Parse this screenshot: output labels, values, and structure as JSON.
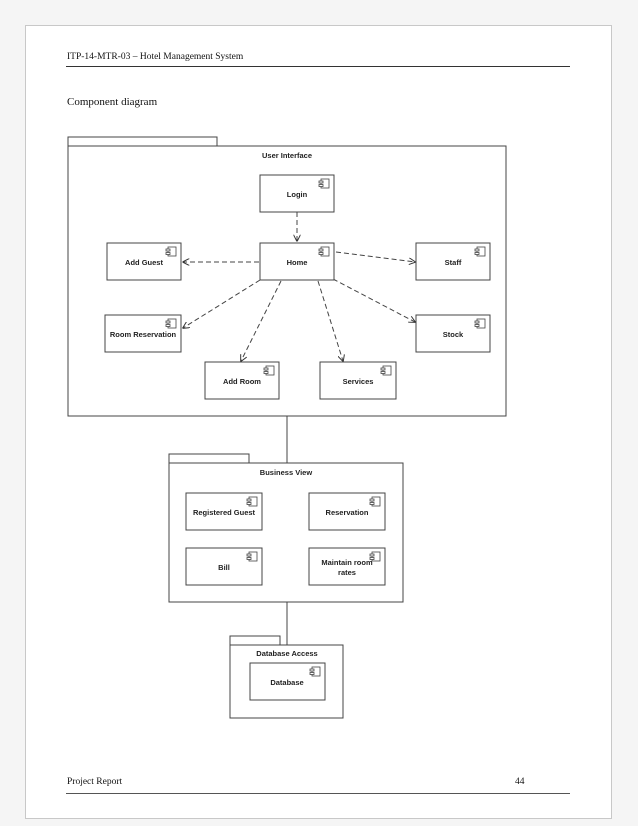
{
  "header": {
    "text": "ITP-14-MTR-03 – Hotel Management System"
  },
  "section_title": "Component diagram",
  "footer": {
    "left": "Project Report",
    "page_number": "44"
  },
  "diagram": {
    "packages": {
      "ui": "User Interface",
      "business": "Business View",
      "database": "Database Access"
    },
    "components": {
      "login": "Login",
      "home": "Home",
      "add_guest": "Add Guest",
      "staff": "Staff",
      "room_reservation": "Room Reservation",
      "stock": "Stock",
      "add_room": "Add Room",
      "services": "Services",
      "registered_guest": "Registered Guest",
      "reservation": "Reservation",
      "bill": "Bill",
      "maintain_line1": "Maintain room",
      "maintain_line2": "rates",
      "database": "Database"
    },
    "icons": {
      "component": "component-icon",
      "arrowhead": "arrowhead"
    }
  }
}
